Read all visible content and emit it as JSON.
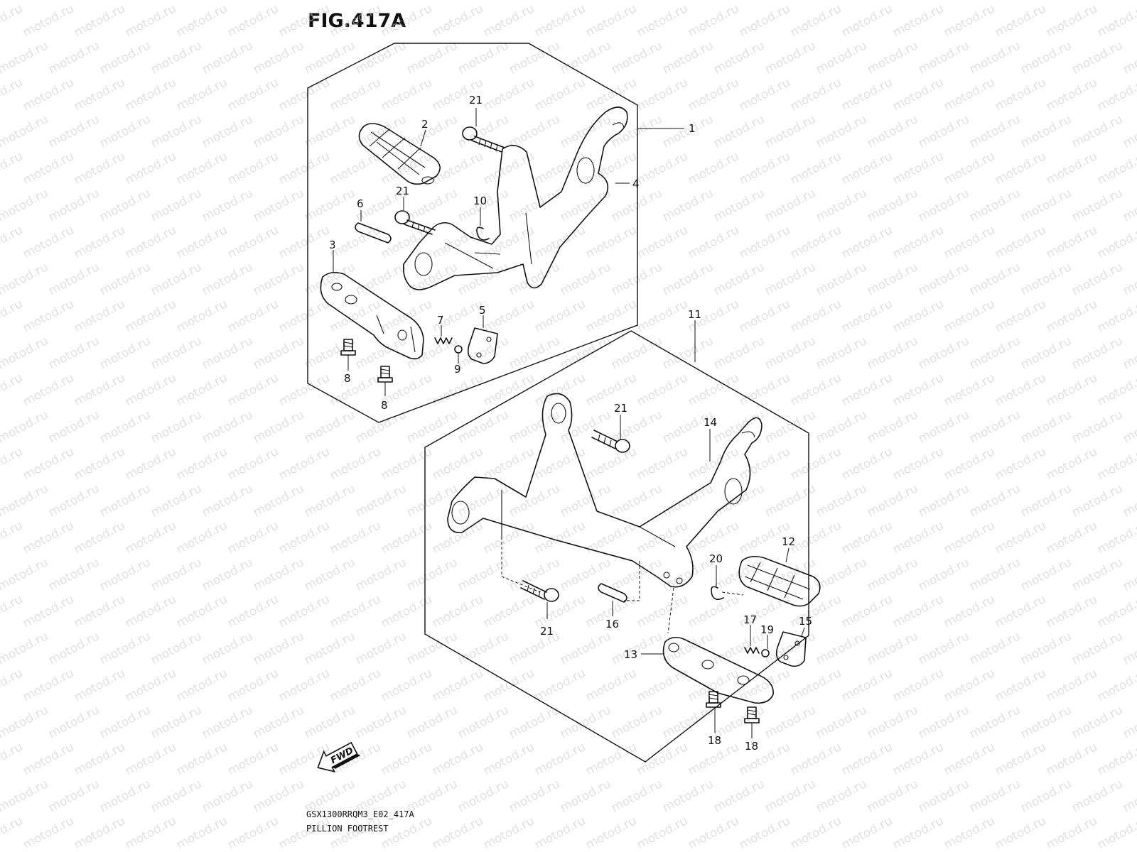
{
  "figure": {
    "title": "FIG.417A",
    "code": "GSX1300RRQM3_E02_417A",
    "name": "PILLION FOOTREST",
    "watermark": "motod.ru",
    "fwd_label": "FWD"
  },
  "callouts": [
    {
      "id": "c1",
      "num": "1"
    },
    {
      "id": "c2",
      "num": "2"
    },
    {
      "id": "c3",
      "num": "3"
    },
    {
      "id": "c4",
      "num": "4"
    },
    {
      "id": "c5",
      "num": "5"
    },
    {
      "id": "c6",
      "num": "6"
    },
    {
      "id": "c7",
      "num": "7"
    },
    {
      "id": "c8a",
      "num": "8"
    },
    {
      "id": "c8b",
      "num": "8"
    },
    {
      "id": "c9",
      "num": "9"
    },
    {
      "id": "c10",
      "num": "10"
    },
    {
      "id": "c11",
      "num": "11"
    },
    {
      "id": "c12",
      "num": "12"
    },
    {
      "id": "c13",
      "num": "13"
    },
    {
      "id": "c14",
      "num": "14"
    },
    {
      "id": "c15",
      "num": "15"
    },
    {
      "id": "c16",
      "num": "16"
    },
    {
      "id": "c17",
      "num": "17"
    },
    {
      "id": "c18a",
      "num": "18"
    },
    {
      "id": "c18b",
      "num": "18"
    },
    {
      "id": "c19",
      "num": "19"
    },
    {
      "id": "c20",
      "num": "20"
    },
    {
      "id": "c21a",
      "num": "21"
    },
    {
      "id": "c21b",
      "num": "21"
    },
    {
      "id": "c21c",
      "num": "21"
    },
    {
      "id": "c21d",
      "num": "21"
    }
  ]
}
